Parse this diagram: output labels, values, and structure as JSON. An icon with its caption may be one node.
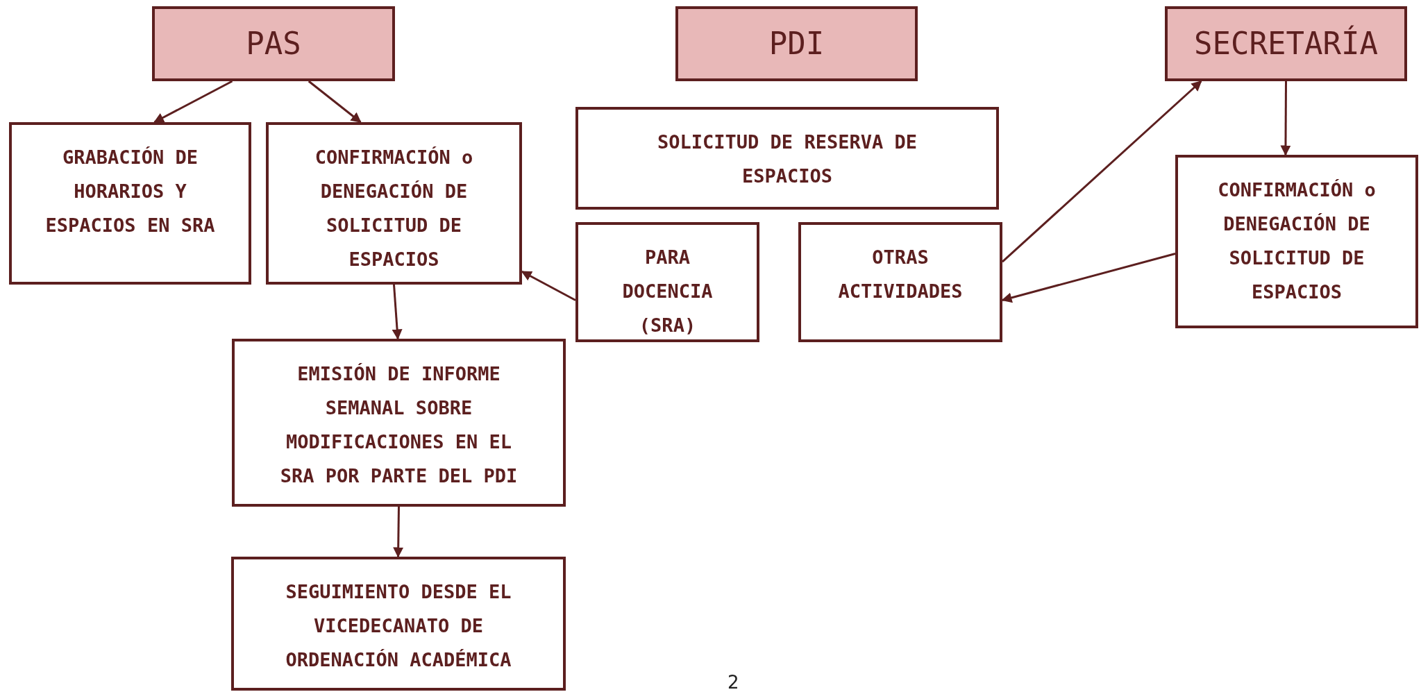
{
  "diagram": {
    "nodes": [
      {
        "text": [
          "PAS"
        ]
      },
      {
        "text": [
          "PDI"
        ]
      },
      {
        "text": [
          "SECRETARÍA"
        ]
      },
      {
        "text": [
          "GRABACIÓN DE HORARIOS Y ESPACIOS EN SRA"
        ]
      },
      {
        "text": [
          "CONFIRMACIÓN o DENEGACIÓN DE SOLICITUD DE ESPACIOS"
        ]
      },
      {
        "text": [
          "SOLICITUD DE RESERVA DE ESPACIOS"
        ]
      },
      {
        "text": [
          "PARA DOCENCIA (SRA)"
        ]
      },
      {
        "text": [
          "OTRAS ACTIVIDADES"
        ]
      },
      {
        "text": [
          "CONFIRMACIÓN o DENEGACIÓN DE SOLICITUD DE ESPACIOS"
        ]
      },
      {
        "text": [
          "EMISIÓN DE INFORME SEMANAL SOBRE MODIFICACIONES EN EL SRA POR PARTE DEL PDI"
        ]
      },
      {
        "text": [
          "SEGUIMIENTO DESDE EL VICEDECANATO DE ORDENACIÓN ACADÉMICA"
        ]
      }
    ],
    "edges": [
      {
        "from": 0,
        "to": 3,
        "arrow": "to"
      },
      {
        "from": 0,
        "to": 4,
        "arrow": "to"
      },
      {
        "from": 4,
        "to": 9,
        "arrow": "to"
      },
      {
        "from": 9,
        "to": 10,
        "arrow": "to"
      },
      {
        "from": 6,
        "to": 4,
        "arrow": "to"
      },
      {
        "from": 7,
        "to": 2,
        "arrow": "to"
      },
      {
        "from": 2,
        "to": 8,
        "arrow": "to"
      },
      {
        "from": 8,
        "to": 7,
        "arrow": "to"
      }
    ],
    "labels": [
      "2"
    ]
  }
}
